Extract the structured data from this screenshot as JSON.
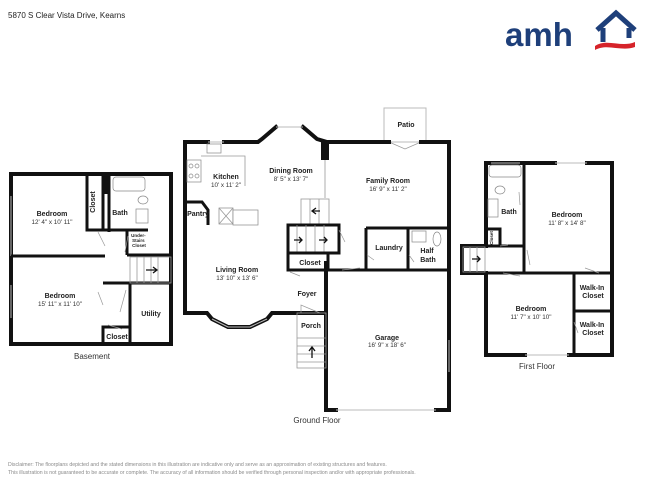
{
  "header": {
    "address": "5870 S Clear Vista Drive, Kearns",
    "logo_text": "amh",
    "brand_colors": {
      "navy": "#1e3f7a",
      "red": "#d6232a"
    }
  },
  "floors": {
    "basement": {
      "label": "Basement",
      "rooms": [
        {
          "name": "Bedroom",
          "dims": "12' 4\" x 10' 11\""
        },
        {
          "name": "Closet"
        },
        {
          "name": "Bath"
        },
        {
          "name": "Under-Stairs Closet",
          "lines": [
            "Under-",
            "Stairs",
            "Closet"
          ]
        },
        {
          "name": "Bedroom",
          "dims": "15' 11\" x 11' 10\""
        },
        {
          "name": "Utility"
        },
        {
          "name": "Closet"
        }
      ]
    },
    "ground": {
      "label": "Ground Floor",
      "rooms": [
        {
          "name": "Kitchen",
          "dims": "10' x 11' 2\""
        },
        {
          "name": "Dining Room",
          "dims": "8' 5\" x 13' 7\""
        },
        {
          "name": "Patio"
        },
        {
          "name": "Family Room",
          "dims": "16' 9\" x 11' 2\""
        },
        {
          "name": "Pantry"
        },
        {
          "name": "Laundry"
        },
        {
          "name": "Half Bath",
          "lines": [
            "Half",
            "Bath"
          ]
        },
        {
          "name": "Closet"
        },
        {
          "name": "Living Room",
          "dims": "13' 10\" x 13' 6\""
        },
        {
          "name": "Foyer"
        },
        {
          "name": "Porch"
        },
        {
          "name": "Garage",
          "dims": "16' 9\" x 18' 6\""
        }
      ]
    },
    "first": {
      "label": "First Floor",
      "rooms": [
        {
          "name": "Bath"
        },
        {
          "name": "Closet"
        },
        {
          "name": "Bedroom",
          "dims": "11' 8\" x 14' 8\""
        },
        {
          "name": "Bedroom",
          "dims": "11' 7\" x 10' 10\""
        },
        {
          "name": "Walk-In Closet",
          "lines": [
            "Walk-In",
            "Closet"
          ]
        },
        {
          "name": "Walk-In Closet",
          "lines": [
            "Walk-In",
            "Closet"
          ]
        }
      ]
    }
  },
  "disclaimer": {
    "line1": "Disclaimer: The floorplans depicted and the stated dimensions in this illustration are indicative only and serve as an approximation of existing structures and features.",
    "line2": "This illustration is not guaranteed to be accurate or complete. The accuracy of all information should be verified through personal inspection and/or with appropriate professionals."
  }
}
